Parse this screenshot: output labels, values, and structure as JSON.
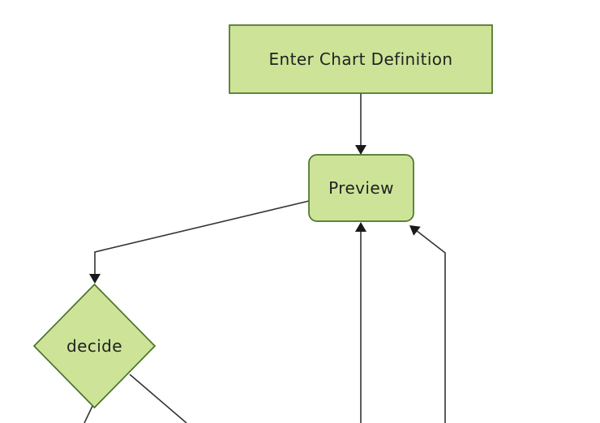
{
  "diagram": {
    "type": "flowchart",
    "background_color": "#ffffff",
    "node_fill_color": "#cde498",
    "node_border_color": "#4a7428",
    "edge_color": "#333333",
    "arrowhead_color": "#1a1a1a",
    "text_color": "#222222",
    "nodes": [
      {
        "id": "enter-chart-definition",
        "label": "Enter Chart Definition",
        "shape": "rectangle"
      },
      {
        "id": "preview",
        "label": "Preview",
        "shape": "rounded-rectangle"
      },
      {
        "id": "decide",
        "label": "decide",
        "shape": "diamond"
      }
    ],
    "edges": [
      {
        "from": "enter-chart-definition",
        "to": "preview",
        "arrow": true
      },
      {
        "from": "preview",
        "to": "decide",
        "arrow": true
      },
      {
        "from": "offscreen-bottom-center",
        "to": "preview",
        "arrow": true
      },
      {
        "from": "offscreen-bottom-right",
        "to": "preview",
        "arrow": true
      },
      {
        "from": "decide",
        "to": "offscreen-bottom-left",
        "arrow": false
      },
      {
        "from": "decide",
        "to": "offscreen-bottom",
        "arrow": false
      }
    ]
  }
}
